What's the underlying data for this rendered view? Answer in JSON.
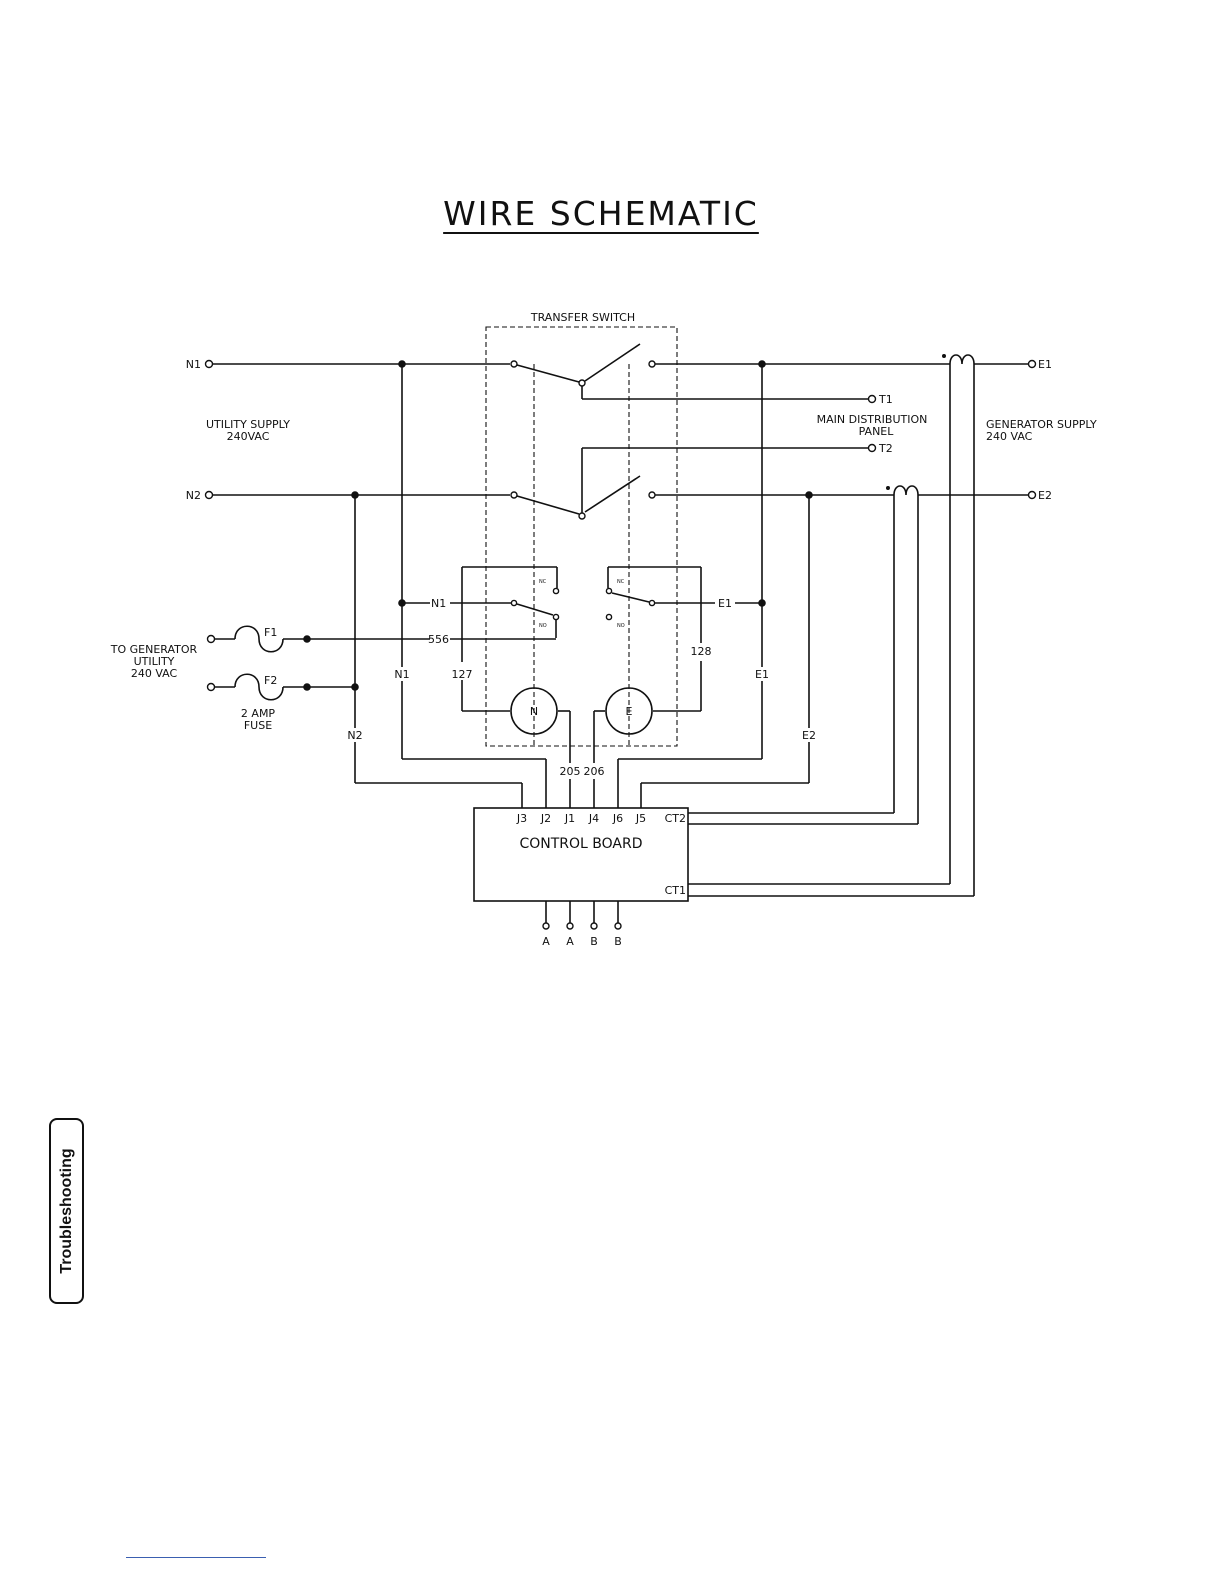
{
  "title": "WIRE SCHEMATIC",
  "side_tab": "Troubleshooting",
  "diagram": {
    "transfer_switch": "TRANSFER SWITCH",
    "utility_supply": [
      "UTILITY SUPPLY",
      "240VAC"
    ],
    "generator_supply": [
      "GENERATOR SUPPLY",
      "240 VAC"
    ],
    "main_panel": [
      "MAIN DISTRIBUTION",
      "PANEL"
    ],
    "to_generator_utility": [
      "TO GENERATOR",
      "UTILITY",
      "240 VAC"
    ],
    "fuse_note": [
      "2 AMP",
      "FUSE"
    ],
    "control_board": "CONTROL BOARD",
    "terminals": {
      "n1": "N1",
      "n2": "N2",
      "e1": "E1",
      "e2": "E2",
      "t1": "T1",
      "t2": "T2",
      "f1": "F1",
      "f2": "F2"
    },
    "wires": {
      "n1_relay": "N1",
      "e1_relay": "E1",
      "w556": "556",
      "w127": "127",
      "w128": "128",
      "n1_vert": "N1",
      "n2_vert": "N2",
      "e1_vert": "E1",
      "e2_vert": "E2",
      "w205": "205",
      "w206": "206"
    },
    "relay_contacts": {
      "nc": "NC",
      "no": "NO"
    },
    "coils": {
      "n": "N",
      "e": "E"
    },
    "board_pins": [
      "J3",
      "J2",
      "J1",
      "J4",
      "J6",
      "J5",
      "CT2",
      "CT1"
    ],
    "bottom_pins": [
      "A",
      "A",
      "B",
      "B"
    ]
  }
}
